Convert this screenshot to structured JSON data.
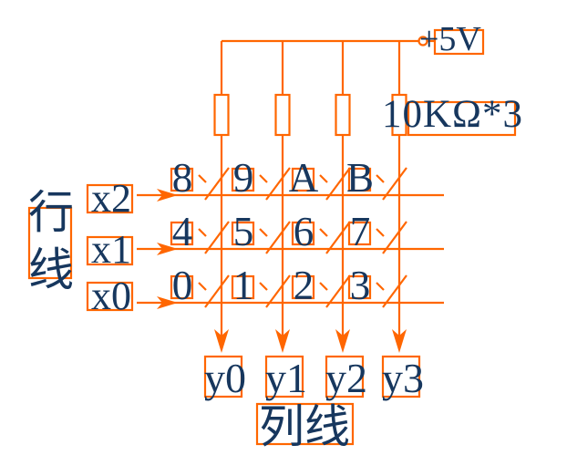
{
  "colors": {
    "wire": "#FF6600",
    "text": "#17375E",
    "background": "#FFFFFF"
  },
  "power": {
    "label": "+5V"
  },
  "resistors": {
    "label": "10KΩ*3"
  },
  "row_group": {
    "label": "行线"
  },
  "column_group": {
    "label": "列线"
  },
  "rows": [
    {
      "label": "x2"
    },
    {
      "label": "x1"
    },
    {
      "label": "x0"
    }
  ],
  "columns": [
    {
      "label": "y0"
    },
    {
      "label": "y1"
    },
    {
      "label": "y2"
    },
    {
      "label": "y3"
    }
  ],
  "keys": [
    [
      "8",
      "9",
      "A",
      "B"
    ],
    [
      "4",
      "5",
      "6",
      "7"
    ],
    [
      "0",
      "1",
      "2",
      "3"
    ]
  ]
}
